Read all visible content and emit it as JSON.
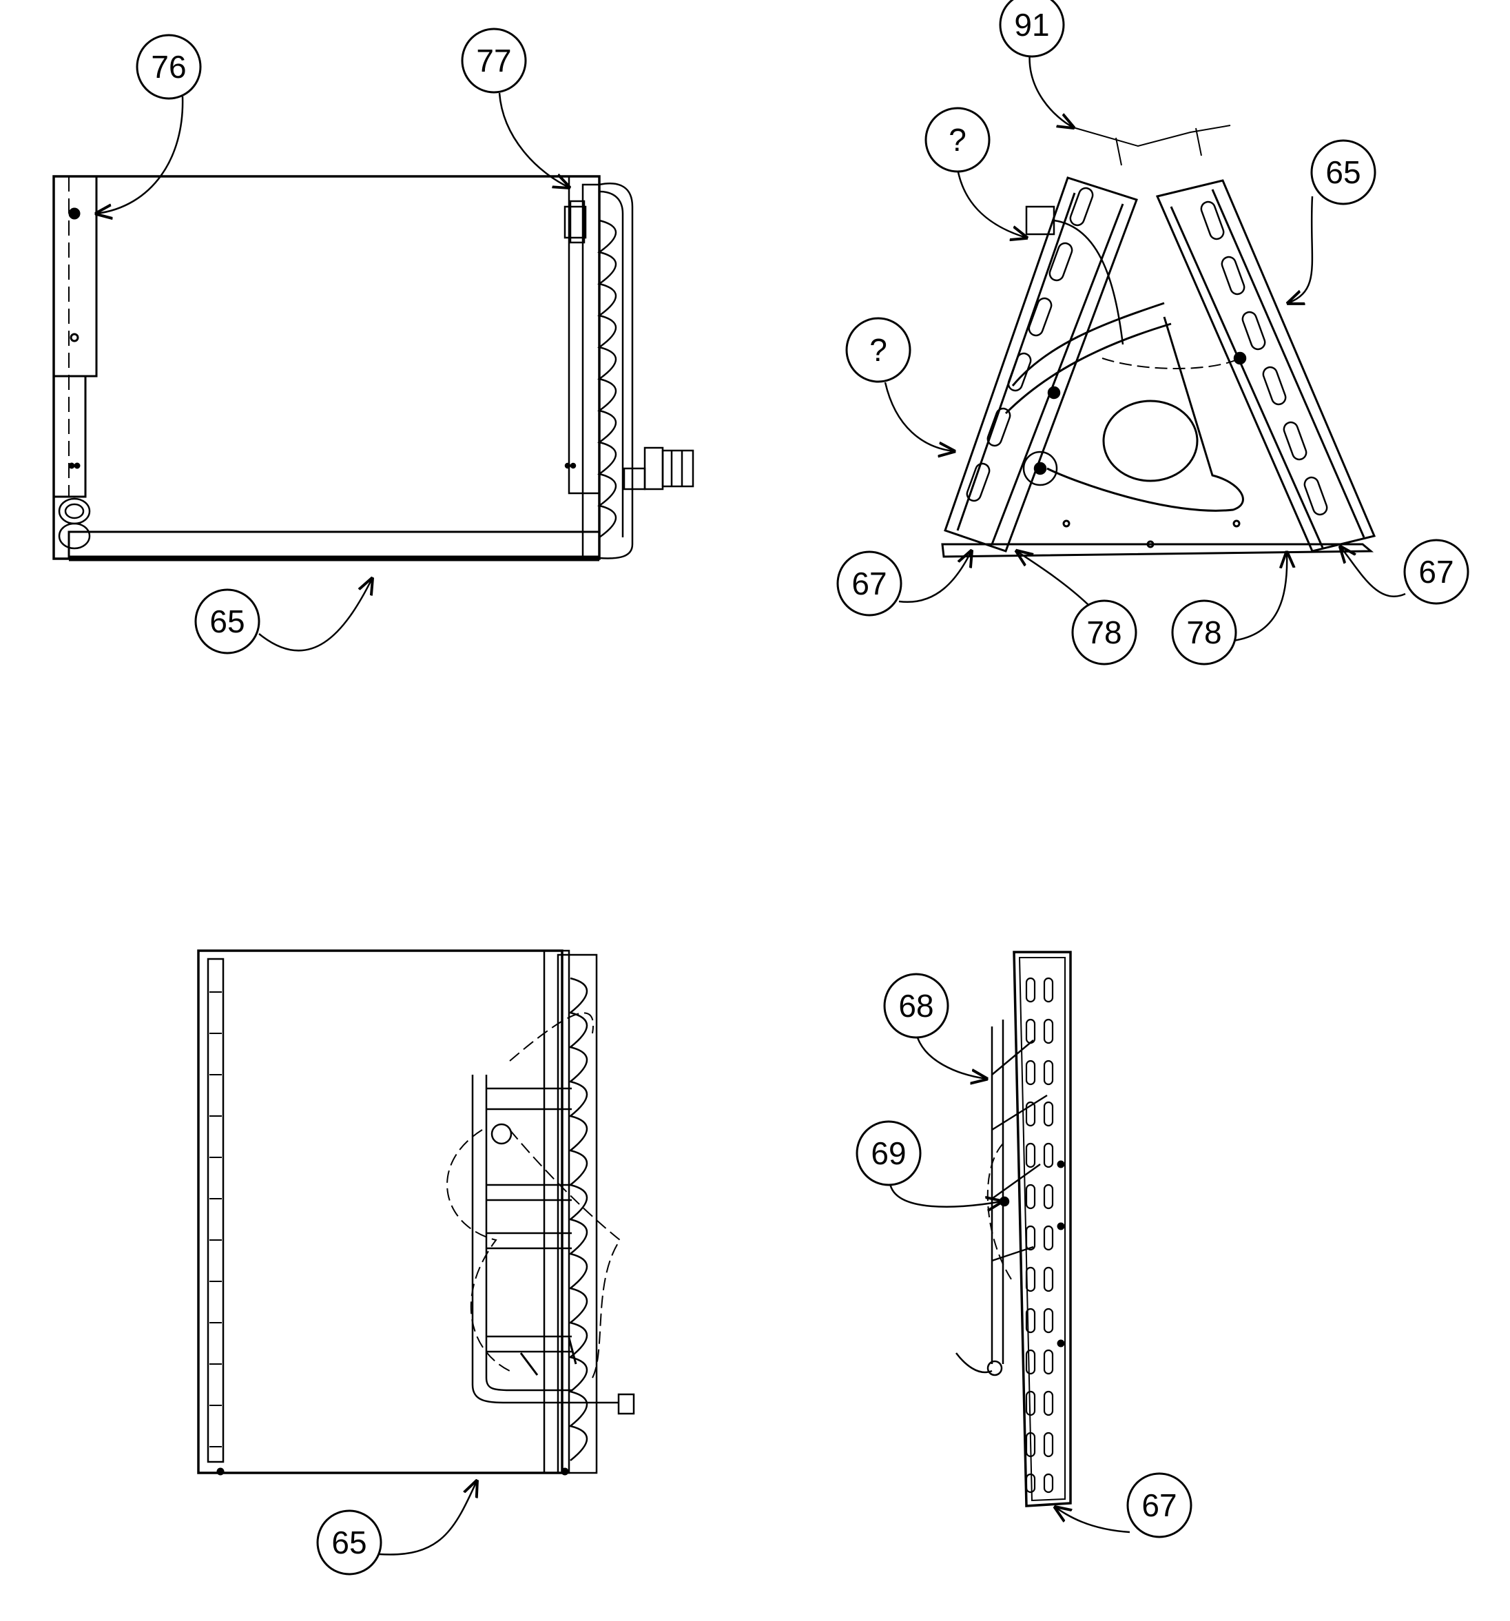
{
  "diagram": {
    "callouts": {
      "c76": "76",
      "c77": "77",
      "c65_front": "65",
      "c91": "91",
      "c_unknown_top": "?",
      "c_unknown_left": "?",
      "c65_top": "65",
      "c67_left": "67",
      "c67_right": "67",
      "c78_left": "78",
      "c78_right": "78",
      "c65_side": "65",
      "c68": "68",
      "c69": "69",
      "c67_slab": "67"
    }
  }
}
